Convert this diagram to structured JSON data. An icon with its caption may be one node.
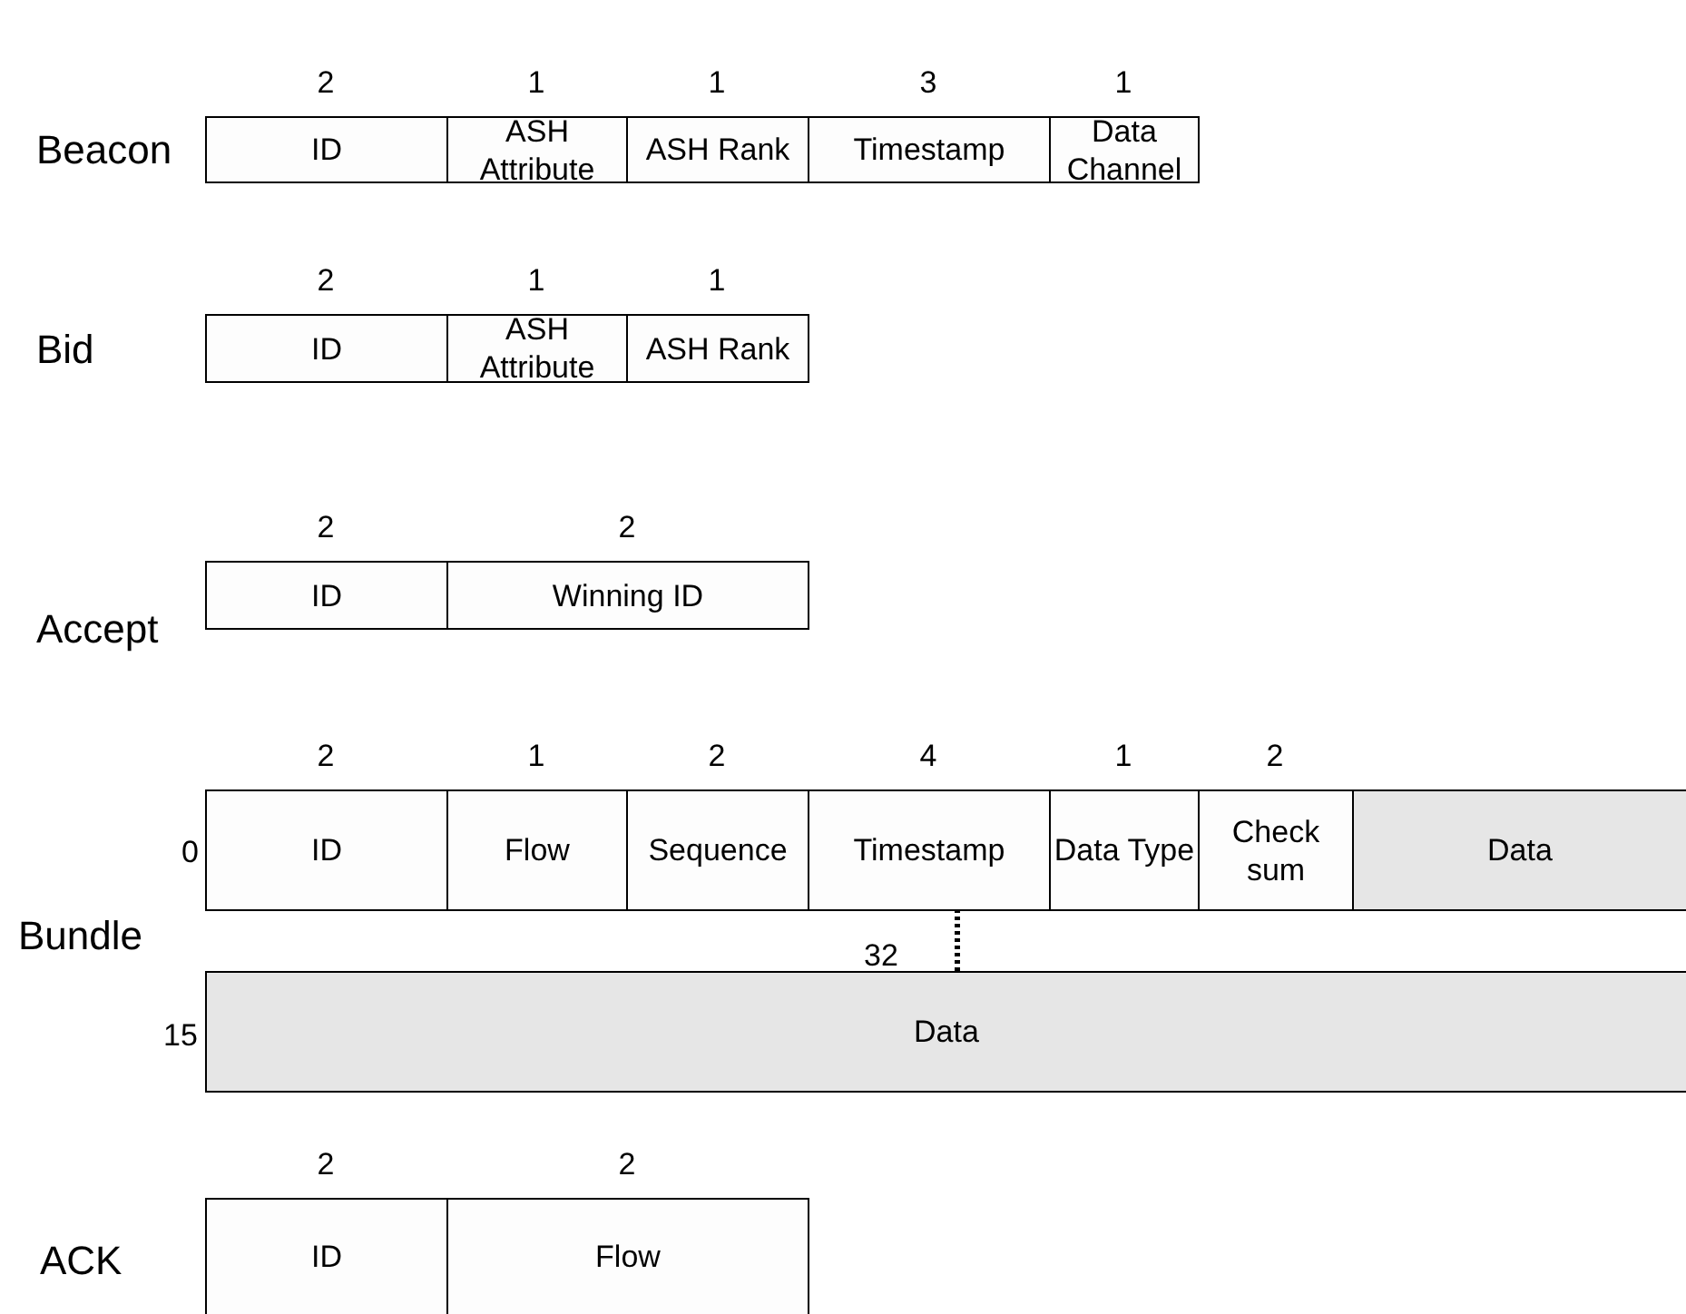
{
  "diagram": {
    "nodes": [
      {
        "text": [
          "ID"
        ],
        "beside": [
          "2"
        ]
      },
      {
        "text": [
          "ASH Attribute"
        ],
        "beside": [
          "1"
        ]
      },
      {
        "text": [
          "ASH Rank"
        ],
        "beside": [
          "1"
        ]
      },
      {
        "text": [
          "Timestamp"
        ],
        "beside": [
          "3"
        ]
      },
      {
        "text": [
          "Data Channel"
        ],
        "beside": [
          "1"
        ]
      },
      {
        "text": [
          "ID"
        ],
        "beside": [
          "2"
        ]
      },
      {
        "text": [
          "ASH Attribute"
        ],
        "beside": [
          "1"
        ]
      },
      {
        "text": [
          "ASH Rank"
        ],
        "beside": [
          "1"
        ]
      },
      {
        "text": [
          "ID"
        ],
        "beside": [
          "2"
        ]
      },
      {
        "text": [
          "Winning ID"
        ],
        "beside": [
          "2"
        ]
      },
      {
        "text": [
          "ID"
        ],
        "beside": [
          "2"
        ]
      },
      {
        "text": [
          "Flow"
        ],
        "beside": [
          "1"
        ]
      },
      {
        "text": [
          "Sequence"
        ],
        "beside": [
          "2"
        ]
      },
      {
        "text": [
          "Timestamp"
        ],
        "beside": [
          "4"
        ]
      },
      {
        "text": [
          "Data Type"
        ],
        "beside": [
          "1"
        ]
      },
      {
        "text": [
          "Check sum"
        ],
        "beside": [
          "2"
        ]
      },
      {
        "text": [
          "Data"
        ]
      },
      {
        "text": [
          "Data"
        ]
      },
      {
        "text": [
          "ID"
        ],
        "beside": [
          "2"
        ]
      },
      {
        "text": [
          "Flow"
        ],
        "beside": [
          "2"
        ]
      }
    ],
    "edges": [
      {
        "from": 13,
        "to": 17,
        "arrow": "none",
        "style": "dashed"
      }
    ],
    "labels": [
      "Beacon",
      "Bid",
      "Accept",
      "0",
      "Bundle",
      "32",
      "15",
      "ACK"
    ]
  }
}
